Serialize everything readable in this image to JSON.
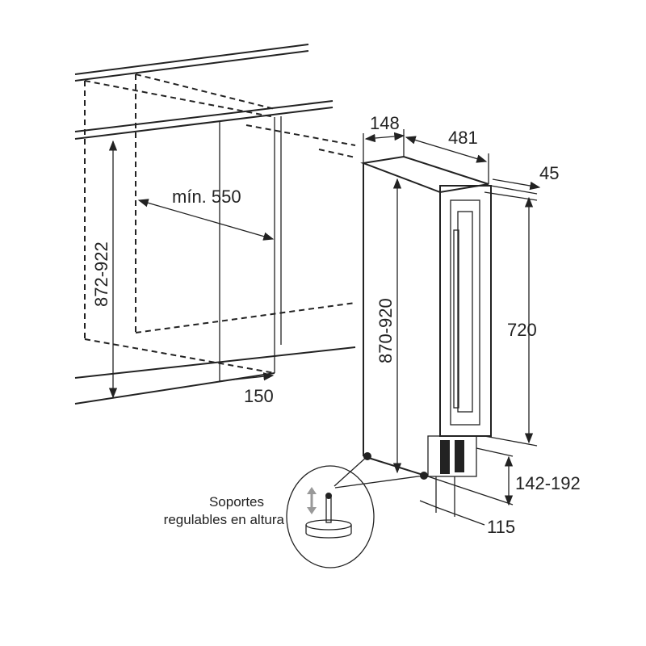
{
  "dimensions": {
    "depth_top": "148",
    "width": "481",
    "door_thickness": "45",
    "min_width": "mín. 550",
    "niche_height": "872-922",
    "appliance_height": "870-920",
    "door_height": "720",
    "ventilation": "150",
    "plinth_height": "142-192",
    "plinth_depth": "115"
  },
  "inset": {
    "line1": "Soportes",
    "line2": "regulables en altura"
  }
}
